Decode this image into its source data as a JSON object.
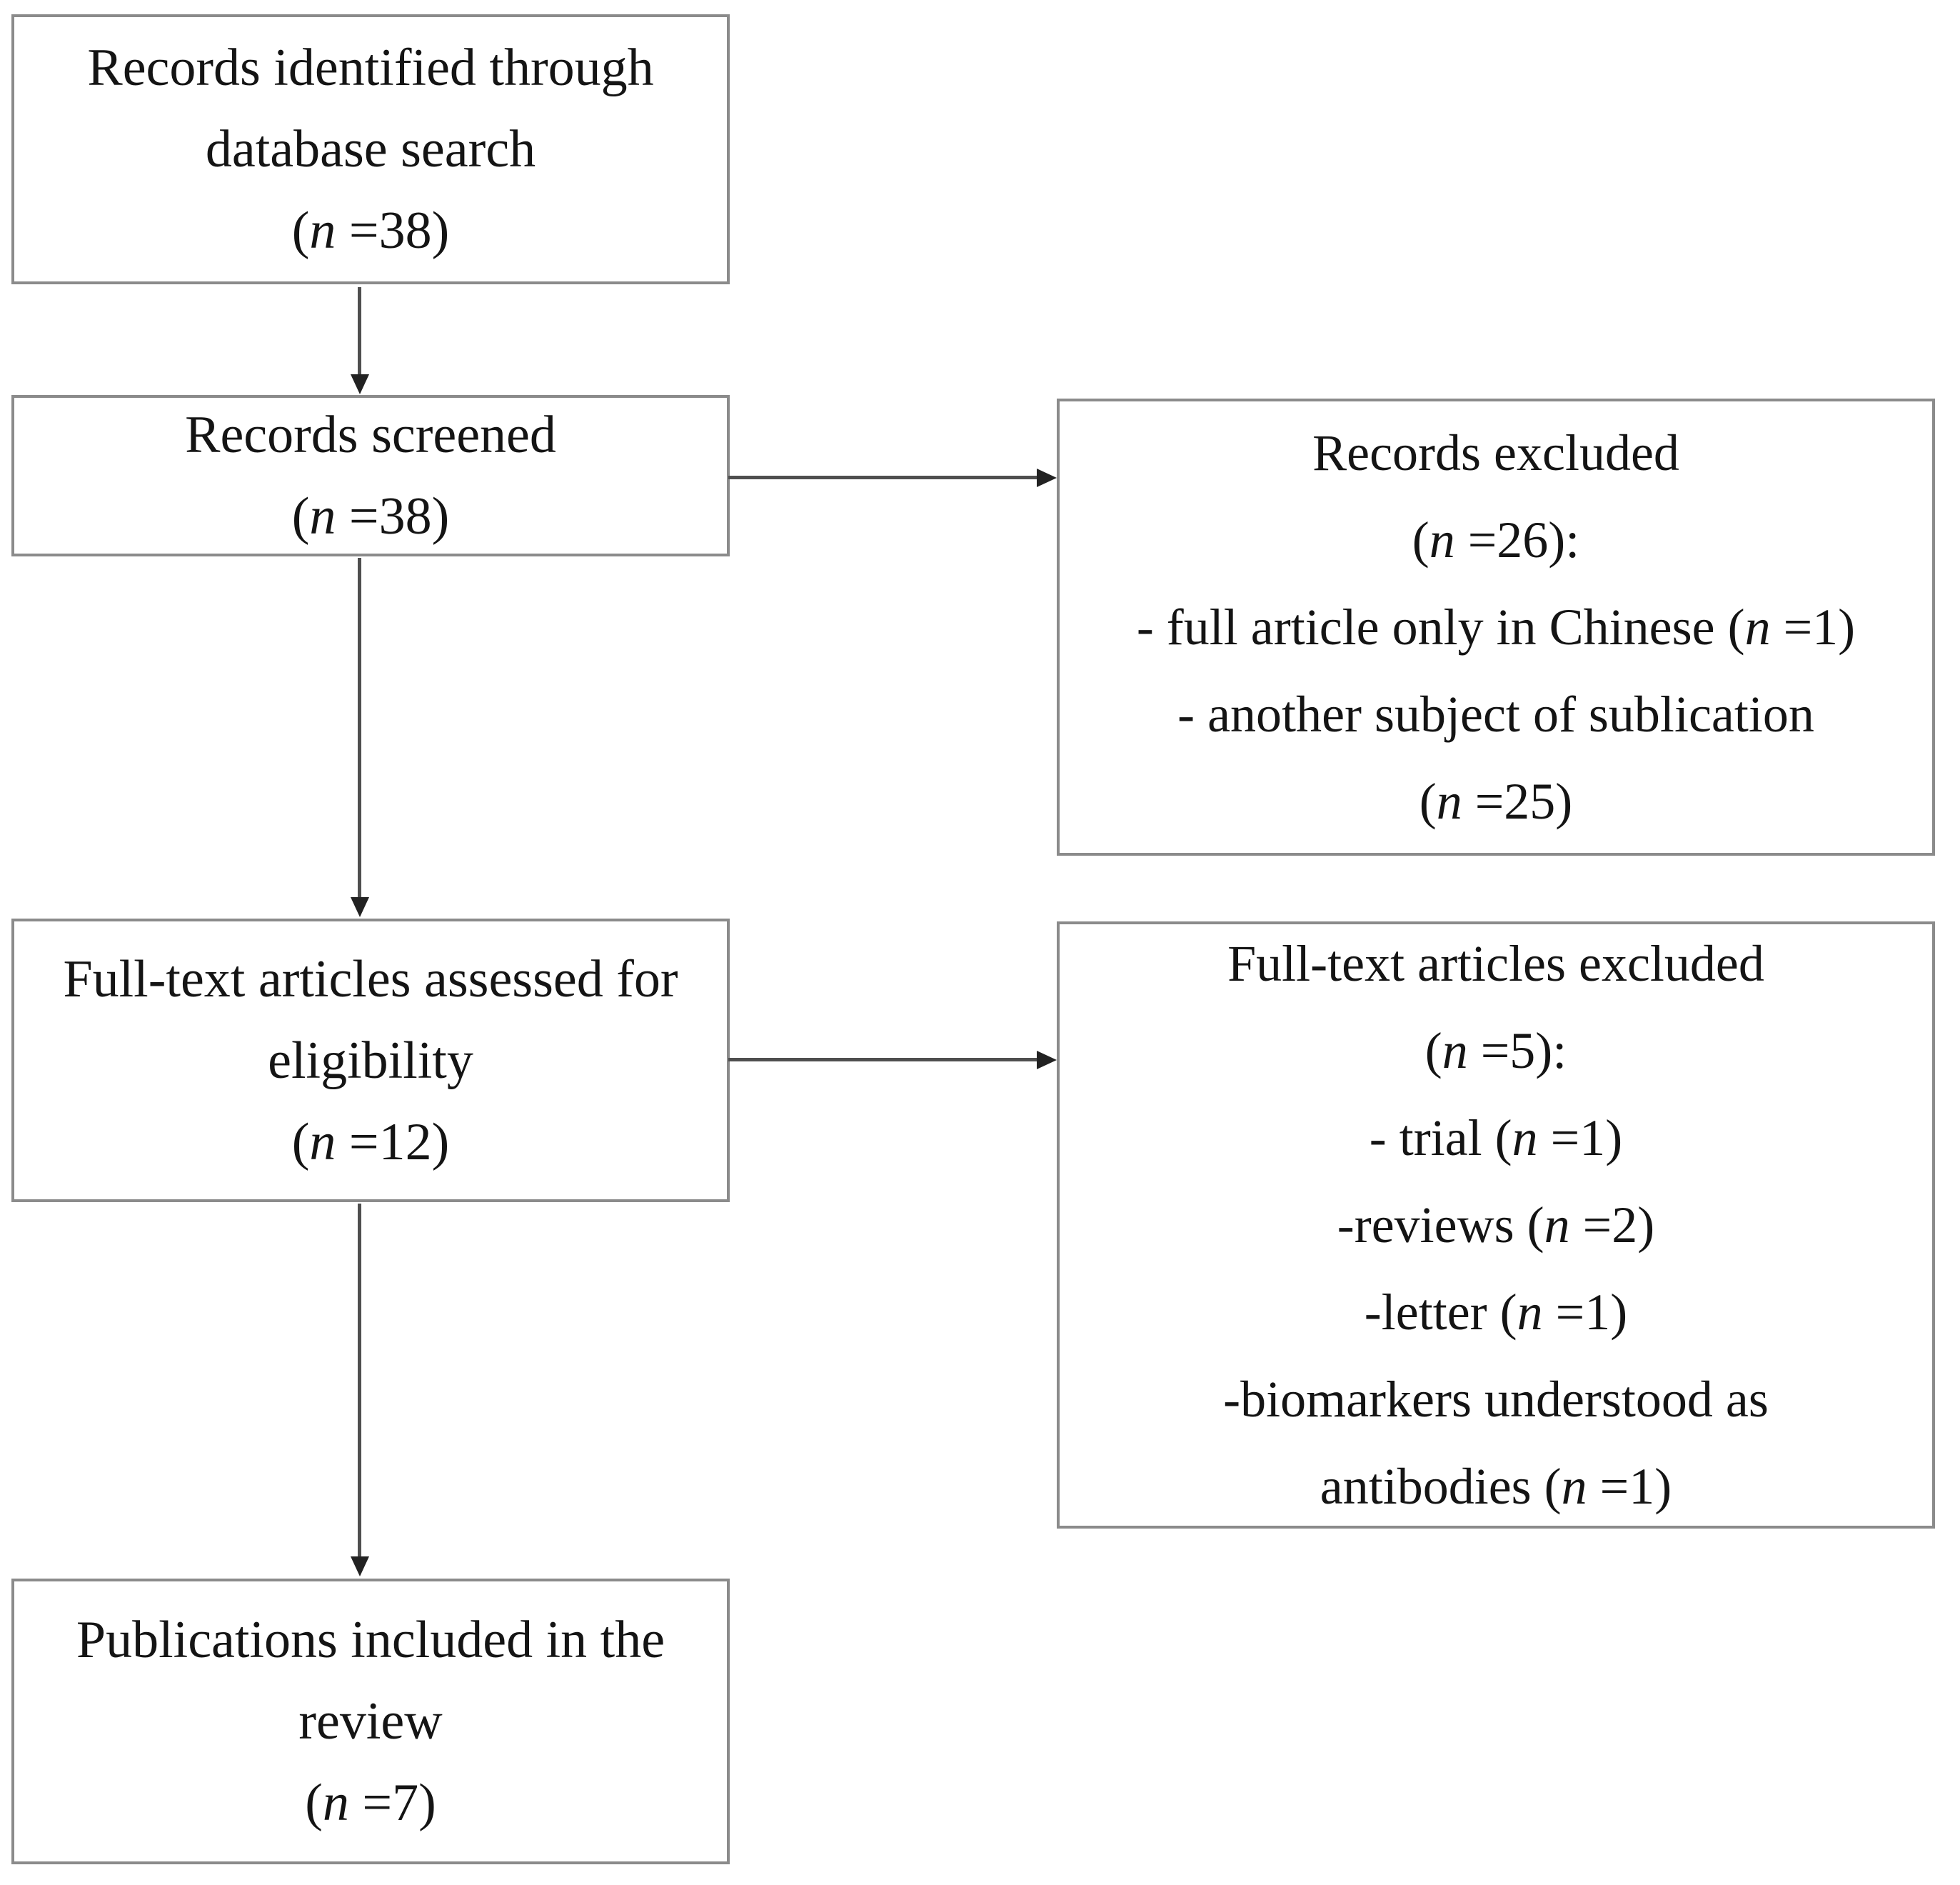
{
  "figure": {
    "type": "prisma-study-selection-flowchart",
    "background_color": "#ffffff",
    "box_border_color": "#8b8b8b",
    "arrow_color": "#4f4f4f",
    "text_color": "#141414",
    "boxes": [
      {
        "id": "records-identified",
        "lines": [
          "Records identified through",
          "database search",
          "(n =38)"
        ]
      },
      {
        "id": "records-screened",
        "lines": [
          "Records screened",
          "(n =38)"
        ]
      },
      {
        "id": "records-excluded",
        "lines": [
          "Records excluded",
          "(n =26):",
          "- full article only in Chinese (n =1)",
          "- another subject of sublication",
          "(n =25)"
        ]
      },
      {
        "id": "full-text-assessed",
        "lines": [
          "Full-text articles assessed for",
          "eligibility",
          "(n =12)"
        ]
      },
      {
        "id": "full-text-excluded",
        "lines": [
          "Full-text articles excluded",
          "(n =5):",
          "- trial (n =1)",
          "-reviews (n =2)",
          "-letter (n =1)",
          "-biomarkers understood as",
          "antibodies (n =1)"
        ]
      },
      {
        "id": "publications-included",
        "lines": [
          "Publications included in the",
          "review",
          "(n =7)"
        ]
      }
    ],
    "arrows": [
      {
        "from": "records-identified",
        "to": "records-screened",
        "direction": "down"
      },
      {
        "from": "records-screened",
        "to": "records-excluded",
        "direction": "right"
      },
      {
        "from": "records-screened",
        "to": "full-text-assessed",
        "direction": "down"
      },
      {
        "from": "full-text-assessed",
        "to": "full-text-excluded",
        "direction": "right"
      },
      {
        "from": "full-text-assessed",
        "to": "publications-included",
        "direction": "down"
      }
    ]
  }
}
